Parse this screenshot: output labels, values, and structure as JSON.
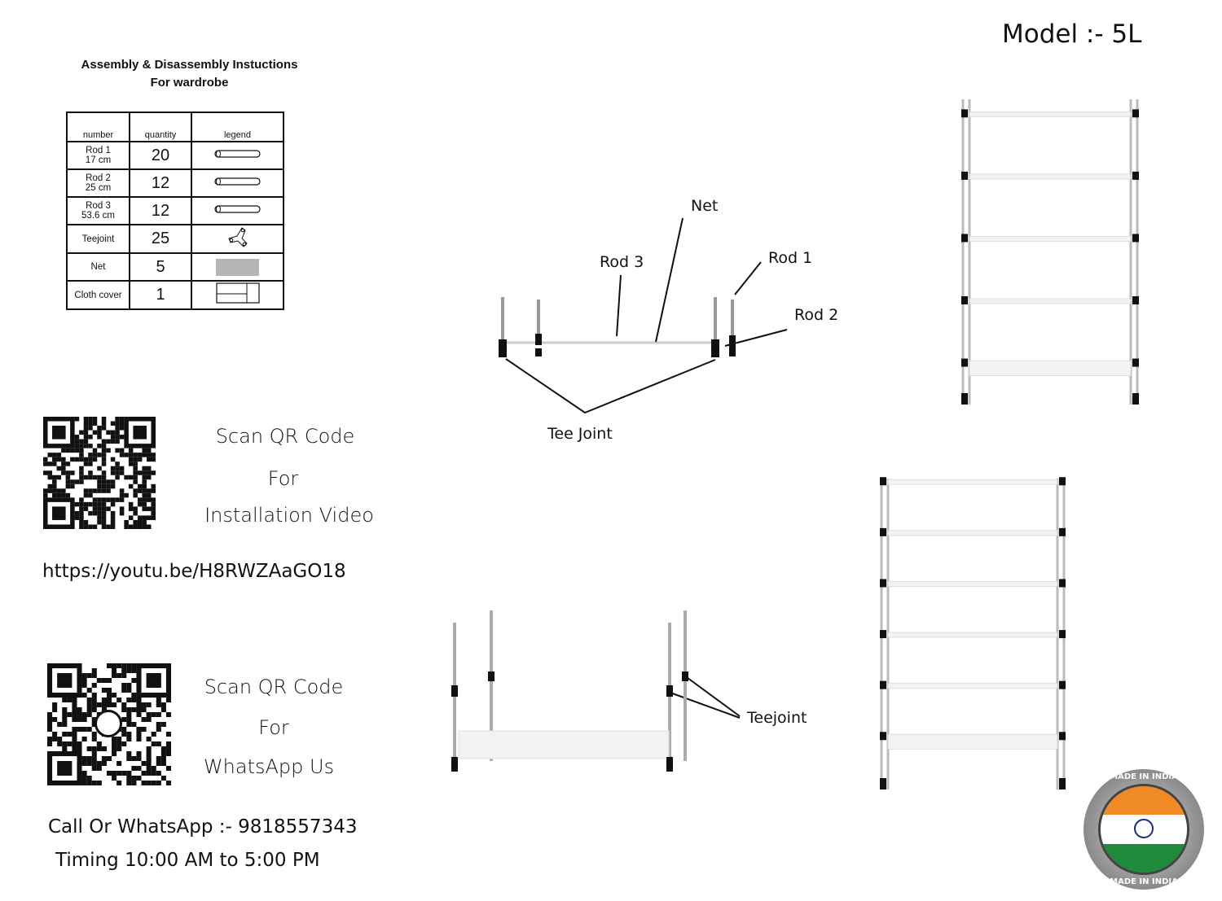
{
  "model": "Model :- 5L",
  "title": {
    "line1": "Assembly & Disassembly Instuctions",
    "line2": "For wardrobe"
  },
  "table": {
    "headers": [
      "number",
      "quantity",
      "legend"
    ],
    "rows": [
      {
        "name": "Rod 1",
        "size": "17 cm",
        "quantity": "20",
        "legend": "rod-icon"
      },
      {
        "name": "Rod 2",
        "size": "25 cm",
        "quantity": "12",
        "legend": "rod-icon"
      },
      {
        "name": "Rod 3",
        "size": "53.6 cm",
        "quantity": "12",
        "legend": "rod-icon"
      },
      {
        "name": "Teejoint",
        "size": "",
        "quantity": "25",
        "legend": "teejoint-icon"
      },
      {
        "name": "Net",
        "size": "",
        "quantity": "5",
        "legend": "net-swatch"
      },
      {
        "name": "Cloth cover",
        "size": "",
        "quantity": "1",
        "legend": "cloth-cover-icon"
      }
    ]
  },
  "video": {
    "line1": "Scan QR Code",
    "line2": "For",
    "line3": "Installation Video",
    "url": "https://youtu.be/H8RWZAaGO18"
  },
  "whatsapp": {
    "line1": "Scan QR Code",
    "line2": "For",
    "line3": "WhatsApp Us"
  },
  "contact": {
    "call": "Call Or WhatsApp :- 9818557343",
    "timing": "Timing 10:00 AM to 5:00 PM"
  },
  "diagram": {
    "net": "Net",
    "rod3": "Rod 3",
    "rod1": "Rod 1",
    "rod2": "Rod 2",
    "tee_joint": "Tee Joint",
    "teejoint": "Teejoint"
  },
  "badge": {
    "text_top": "MADE IN INDIA",
    "text_bottom": "MADE IN INDIA",
    "colors": {
      "saffron": "#f08a24",
      "green": "#1f8a3a",
      "chakra": "#1b2a8a"
    }
  }
}
